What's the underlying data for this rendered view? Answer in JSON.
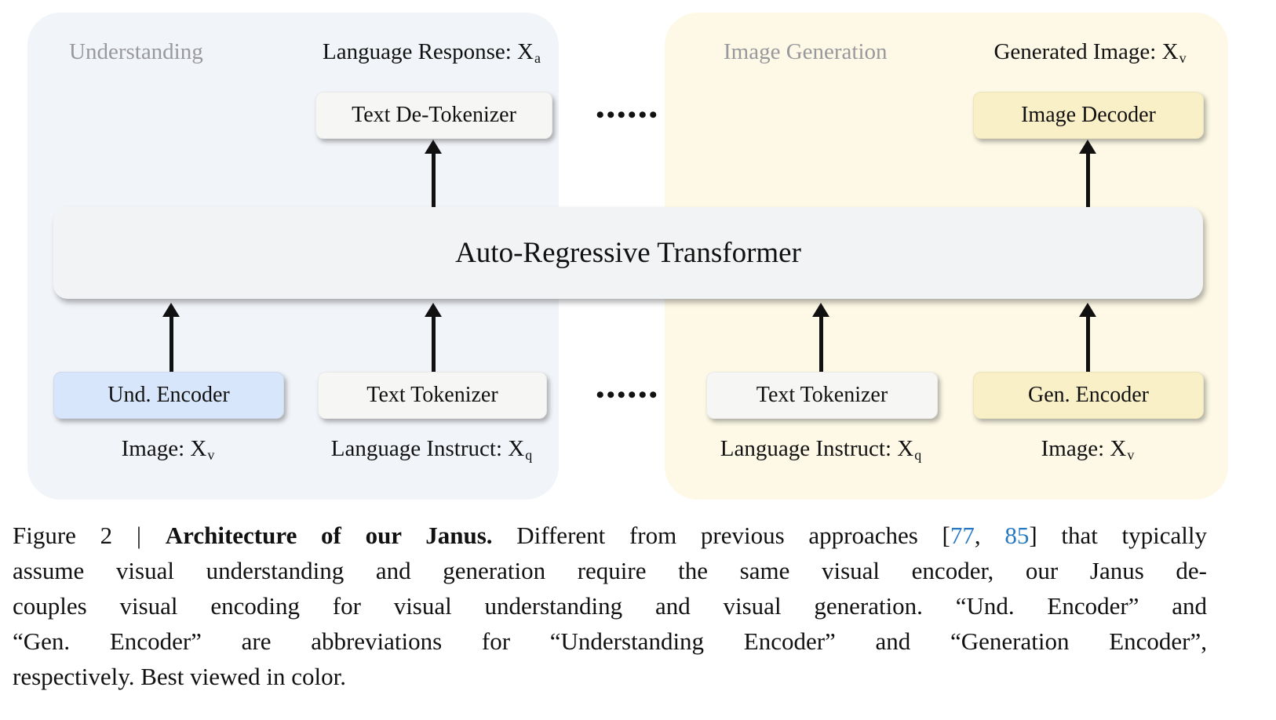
{
  "colors": {
    "left_panel_bg": "#F1F4F9",
    "right_panel_bg": "#FDF9E6",
    "neutral_box_bg": "#F6F6F5",
    "understanding_encoder_bg": "#D7E6FA",
    "generation_box_bg": "#FAF0C7",
    "transformer_bg": "#F2F3F4",
    "section_title_gray": "#98989D",
    "citation_blue": "#2479C2"
  },
  "diagram": {
    "section_titles": {
      "left": "Understanding",
      "right": "Image Generation"
    },
    "io_labels": {
      "language_response": {
        "prefix": "Language Response: ",
        "var": "X",
        "sub": "a"
      },
      "generated_image": {
        "prefix": "Generated Image: ",
        "var": "X",
        "sub": "v"
      },
      "image_left": {
        "prefix": "Image: ",
        "var": "X",
        "sub": "v"
      },
      "language_instruct_left": {
        "prefix": "Language Instruct: ",
        "var": "X",
        "sub": "q"
      },
      "language_instruct_right": {
        "prefix": "Language Instruct: ",
        "var": "X",
        "sub": "q"
      },
      "image_right": {
        "prefix": "Image: ",
        "var": "X",
        "sub": "v"
      }
    },
    "boxes": {
      "text_de_tokenizer": "Text De-Tokenizer",
      "image_decoder": "Image Decoder",
      "transformer": "Auto-Regressive Transformer",
      "und_encoder": "Und. Encoder",
      "text_tokenizer_left": "Text Tokenizer",
      "text_tokenizer_right": "Text Tokenizer",
      "gen_encoder": "Gen. Encoder"
    },
    "ellipsis": "••••••"
  },
  "caption": {
    "lines": [
      [
        {
          "t": "Figure 2 | "
        },
        {
          "t": "Architecture of our Janus.",
          "s": "b"
        },
        {
          "t": " Different from previous approaches ["
        },
        {
          "t": "77",
          "s": "c"
        },
        {
          "t": ", "
        },
        {
          "t": "85",
          "s": "c"
        },
        {
          "t": "] that typically"
        }
      ],
      [
        {
          "t": "assume visual understanding and generation require the same visual encoder, our Janus de-"
        }
      ],
      [
        {
          "t": "couples visual encoding for visual understanding and visual generation. “Und. Encoder” and"
        }
      ],
      [
        {
          "t": "“Gen. Encoder” are abbreviations for “Understanding Encoder” and “Generation Encoder”,"
        }
      ],
      [
        {
          "t": "respectively. Best viewed in color."
        }
      ]
    ]
  }
}
